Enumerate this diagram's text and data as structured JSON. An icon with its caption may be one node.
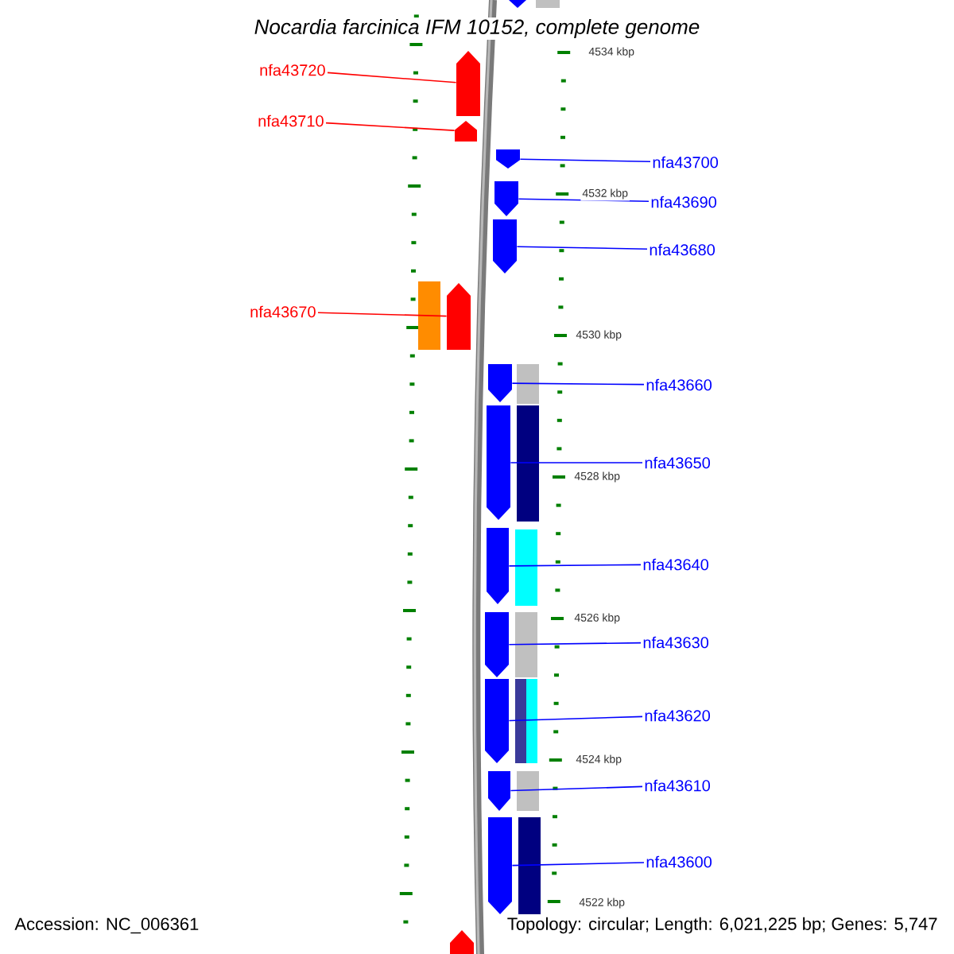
{
  "diagram": {
    "title": "Nocardia farcinica IFM 10152, complete genome",
    "nodes": [
      {
        "text": [
          "nfa43720"
        ]
      },
      {
        "text": [],
        "shape": "pentagon"
      },
      {
        "text": [
          "nfa43710"
        ]
      },
      {
        "text": [],
        "shape": "pentagon"
      },
      {
        "text": [
          "nfa43700"
        ]
      },
      {
        "text": [],
        "shape": "pentagon"
      },
      {
        "text": [
          "nfa43690"
        ]
      },
      {
        "text": [],
        "shape": "pentagon"
      },
      {
        "text": [
          "nfa43680"
        ]
      },
      {
        "text": [],
        "shape": "pentagon"
      },
      {
        "text": [
          "nfa43670"
        ]
      },
      {
        "text": [],
        "shape": "pentagon"
      },
      {
        "text": [
          "nfa43660"
        ]
      },
      {
        "text": [],
        "shape": "pentagon"
      },
      {
        "text": [
          "nfa43650"
        ]
      },
      {
        "text": [],
        "shape": "pentagon"
      },
      {
        "text": [
          "nfa43640"
        ]
      },
      {
        "text": [],
        "shape": "pentagon"
      },
      {
        "text": [
          "nfa43630"
        ]
      },
      {
        "text": [],
        "shape": "pentagon"
      },
      {
        "text": [
          "nfa43620"
        ]
      },
      {
        "text": [],
        "shape": "pentagon"
      },
      {
        "text": [
          "nfa43610"
        ]
      },
      {
        "text": [],
        "shape": "pentagon"
      },
      {
        "text": [
          "nfa43600"
        ]
      },
      {
        "text": [],
        "shape": "pentagon"
      },
      {
        "text": [],
        "shape": "bar"
      },
      {
        "text": [],
        "shape": "bar"
      },
      {
        "text": [],
        "shape": "bar"
      },
      {
        "text": [],
        "shape": "bar"
      },
      {
        "text": [],
        "shape": "bar"
      },
      {
        "text": [],
        "shape": "bar"
      },
      {
        "text": [],
        "shape": "bar"
      },
      {
        "text": [],
        "shape": "bar"
      },
      {
        "text": [],
        "shape": "bar"
      },
      {
        "text": [],
        "shape": "pentagon"
      },
      {
        "text": [],
        "shape": "bar"
      },
      {
        "text": [],
        "shape": "pentagon"
      }
    ],
    "edges": [
      {
        "from": 0,
        "to": 1,
        "arrow": "none",
        "color": "#ff0000"
      },
      {
        "from": 2,
        "to": 3,
        "arrow": "none",
        "color": "#ff0000"
      },
      {
        "from": 4,
        "to": 5,
        "arrow": "none"
      },
      {
        "from": 6,
        "to": 7,
        "arrow": "none"
      },
      {
        "from": 8,
        "to": 9,
        "arrow": "none"
      },
      {
        "from": 10,
        "to": 11,
        "arrow": "none",
        "color": "#ff0000"
      },
      {
        "from": 12,
        "to": 13,
        "arrow": "none"
      },
      {
        "from": 14,
        "to": 15,
        "arrow": "none"
      },
      {
        "from": 16,
        "to": 17,
        "arrow": "none"
      },
      {
        "from": 18,
        "to": 19,
        "arrow": "none"
      },
      {
        "from": 20,
        "to": 21,
        "arrow": "none"
      },
      {
        "from": 22,
        "to": 23,
        "arrow": "none"
      },
      {
        "from": 24,
        "to": 25,
        "arrow": "none"
      }
    ],
    "labels": [
      "4534 kbp",
      "4532 kbp",
      "4530 kbp",
      "4528 kbp",
      "4526 kbp",
      "4524 kbp",
      "4522 kbp",
      "Accession: NC_006361",
      "Topology: circular; Length: 6,021,225 bp; Genes: 5,747"
    ]
  }
}
